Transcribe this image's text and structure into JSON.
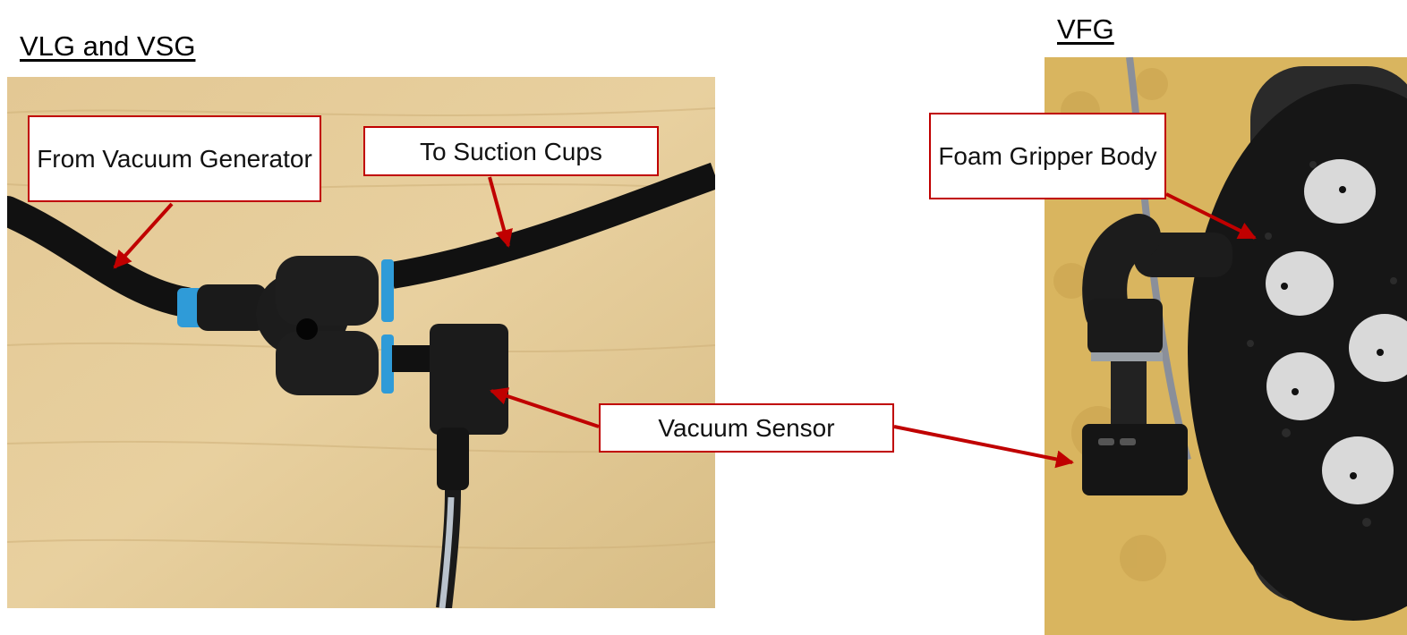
{
  "headings": {
    "left": "VLG and VSG",
    "right": "VFG"
  },
  "callouts": {
    "from_vacuum": "From Vacuum Generator",
    "to_suction": "To Suction Cups",
    "vacuum_sensor": "Vacuum Sensor",
    "foam_body": "Foam Gripper Body"
  },
  "colors": {
    "callout_border": "#c00000",
    "arrow": "#c00000",
    "tabletop": "#e0c48e",
    "tubing": "#121212",
    "fitting_ring": "#2f9bd8"
  }
}
